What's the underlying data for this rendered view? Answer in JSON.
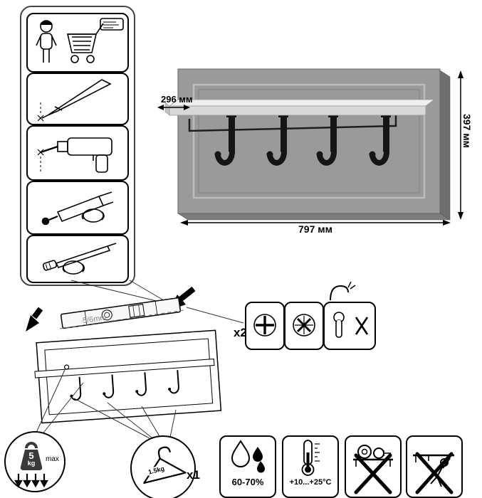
{
  "product": {
    "dim_depth": "296 мм",
    "dim_height": "397 мм",
    "dim_width": "797 мм"
  },
  "assembly": {
    "drill_note": "5/6mm",
    "screws_count": "x2",
    "hanger_count": "x1",
    "hanger_weight": "1.5kg"
  },
  "limits": {
    "max_load_value": "5",
    "max_load_unit": "kg",
    "max_load_label": "max",
    "humidity_range": "60-70%",
    "temperature_range": "+10...+25°C"
  },
  "colors": {
    "panel_gray": "#9a9a9a",
    "panel_edge": "#6e6e6e",
    "shelf_gray": "#d8d8d8",
    "hook_black": "#151515"
  },
  "icons": {
    "step_icons": [
      "unpack-cart-icon",
      "pencil-mark-icon",
      "drill-icon",
      "dowel-insert-icon",
      "screw-in-icon"
    ],
    "hardware_icons": [
      "screw-head-icon",
      "screw-head-icon",
      "keyhole-mount-icon",
      "hang-bracket-icon"
    ],
    "care_icons": [
      "humidity-drops-icon",
      "thermometer-icon",
      "no-heavy-load-icon",
      "no-climbing-icon"
    ],
    "limit_icons": [
      "max-weight-icon",
      "coat-hanger-icon"
    ]
  }
}
